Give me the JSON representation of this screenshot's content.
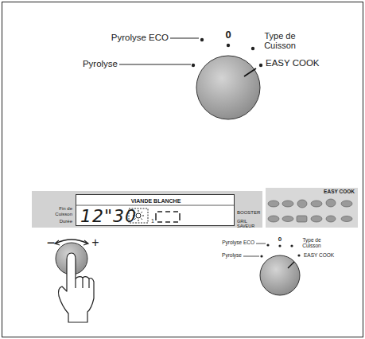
{
  "diagram": {
    "nodes": [
      {
        "text": [
          "VIANDE BLANCHE",
          "12\"30",
          "1"
        ]
      },
      {
        "text": [
          "EASY COOK"
        ]
      }
    ],
    "labels": [
      "Pyrolyse ECO",
      "0",
      "Type de Cuisson",
      "Pyrolyse",
      "EASY COOK",
      "Fin de Cuisson",
      "Durée",
      "BOOSTER",
      "GRIL SAVEUR",
      "−",
      "+",
      "Pyrolyse ECO",
      "0",
      "Type de Cuisson",
      "Pyrolyse",
      "EASY COOK"
    ]
  }
}
